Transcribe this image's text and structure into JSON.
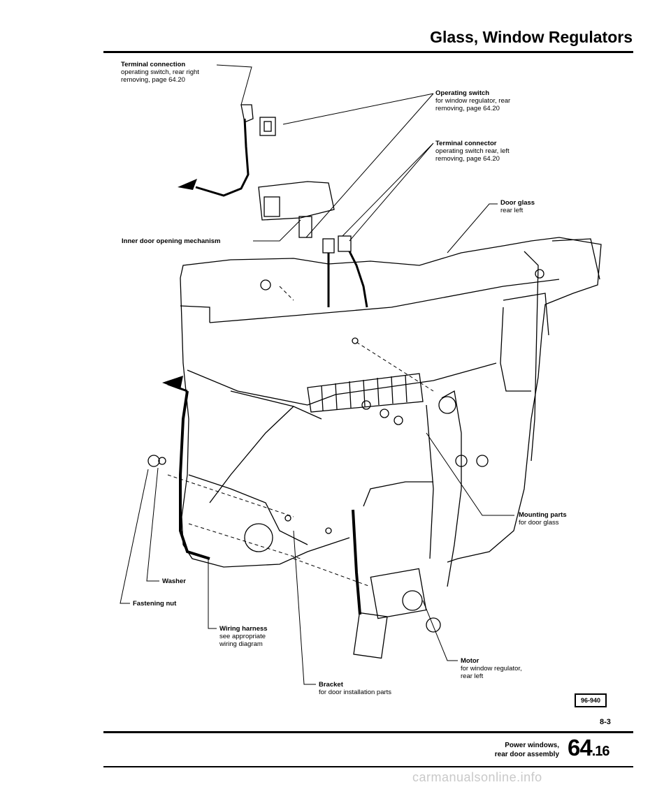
{
  "header": {
    "title": "Glass, Window Regulators"
  },
  "labels": {
    "terminal_connection_right": {
      "title": "Terminal connection",
      "lines": [
        "operating switch, rear right",
        "removing, page 64.20"
      ]
    },
    "operating_switch": {
      "title": "Operating switch",
      "lines": [
        "for window regulator, rear",
        "removing, page 64.20"
      ]
    },
    "terminal_connector_left": {
      "title": "Terminal connector",
      "lines": [
        "operating switch rear, left",
        "removing, page 64.20"
      ]
    },
    "door_glass": {
      "title": "Door glass",
      "lines": [
        "rear left"
      ]
    },
    "inner_door_opening": {
      "title": "Inner door opening mechanism",
      "lines": []
    },
    "mounting_parts": {
      "title": "Mounting parts",
      "lines": [
        "for door glass"
      ]
    },
    "washer": {
      "title": "Washer",
      "lines": []
    },
    "fastening_nut": {
      "title": "Fastening nut",
      "lines": []
    },
    "wiring_harness": {
      "title": "Wiring harness",
      "lines": [
        "see appropriate",
        "wiring diagram"
      ]
    },
    "motor": {
      "title": "Motor",
      "lines": [
        "for window regulator,",
        "rear left"
      ]
    },
    "bracket": {
      "title": "Bracket",
      "lines": [
        "for door installation parts"
      ]
    }
  },
  "figure_code": "96-940",
  "page_ref": "8-3",
  "footer": {
    "line1": "Power windows,",
    "line2": "rear door assembly",
    "section_main": "64",
    "section_sub": ".16"
  },
  "watermark": "carmanualsonline.info"
}
